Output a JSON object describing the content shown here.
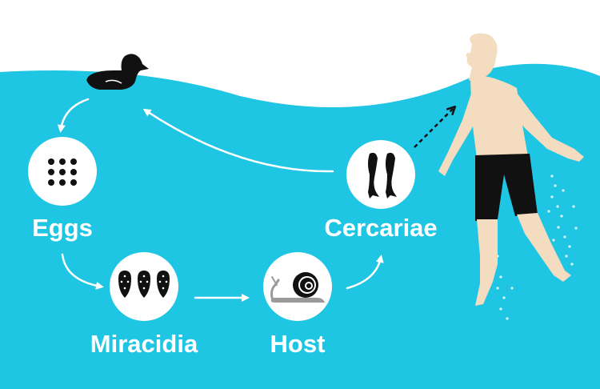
{
  "colors": {
    "water": "#1fc6e3",
    "sky": "#ffffff",
    "node_fill": "#ffffff",
    "icon": "#111111",
    "arrow": "#ffffff",
    "skin": "#f3dcbf",
    "shorts": "#111111"
  },
  "stages": {
    "eggs": {
      "label": "Eggs",
      "icon": "eggs-dots-icon"
    },
    "miracidia": {
      "label": "Miracidia",
      "icon": "miracidia-larvae-icon"
    },
    "host": {
      "label": "Host",
      "icon": "snail-icon"
    },
    "cercariae": {
      "label": "Cercariae",
      "icon": "cercariae-larvae-icon"
    }
  },
  "figures": {
    "bird": {
      "icon": "duck-icon"
    },
    "human": {
      "icon": "swimmer-figure"
    }
  }
}
